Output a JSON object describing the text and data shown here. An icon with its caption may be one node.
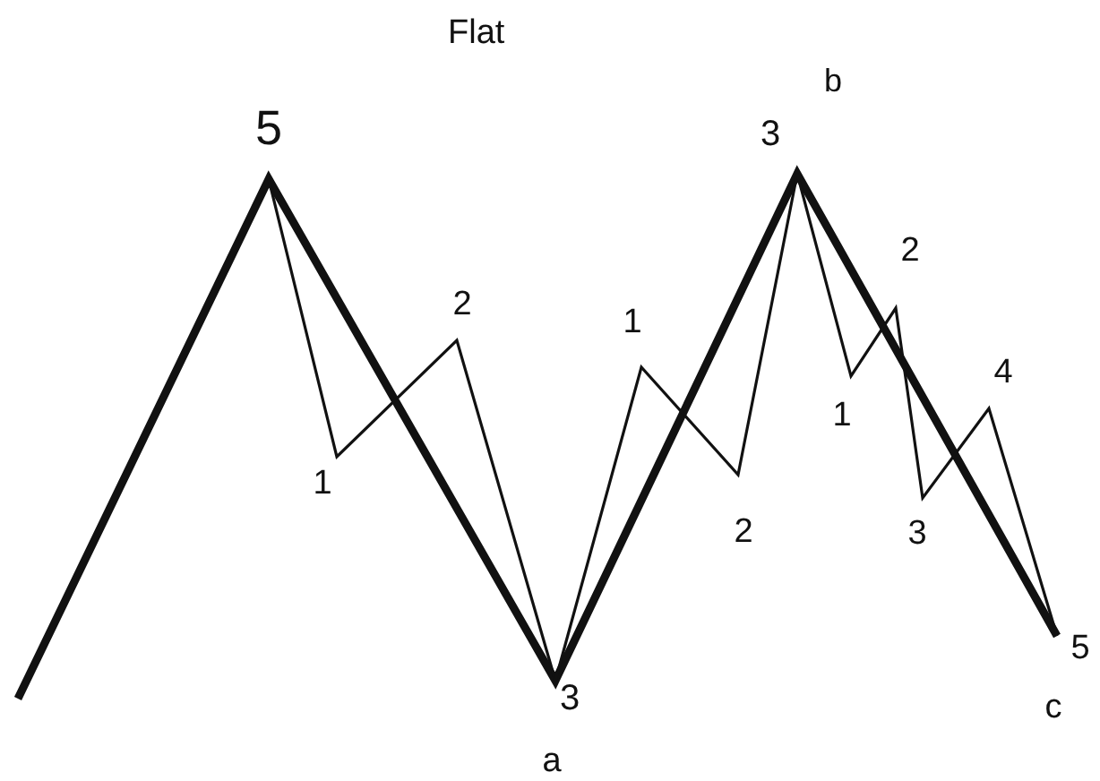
{
  "diagram": {
    "title": "Flat",
    "labels": [
      "b",
      "5",
      "3",
      "2",
      "2",
      "1",
      "4",
      "1",
      "1",
      "2",
      "3",
      "5",
      "3",
      "c",
      "a"
    ]
  }
}
